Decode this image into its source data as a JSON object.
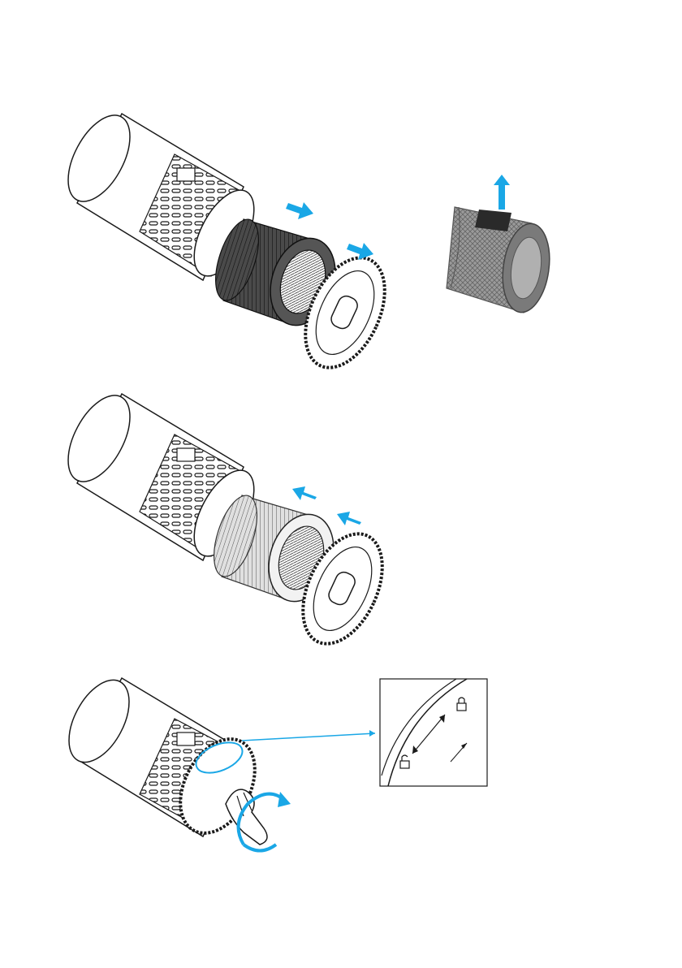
{
  "page": {
    "background": "#ffffff"
  },
  "colors": {
    "arrow": "#1aa7e6",
    "line": "#1a1a1a",
    "filter_dark": "#3a3a3a",
    "filter_light": "#d8d8d8",
    "sleeve": "#8a8a8a"
  },
  "steps": [
    {
      "id": "remove-filter",
      "arrows": "out",
      "sleeve_removal": true
    },
    {
      "id": "insert-filter",
      "arrows": "in",
      "sleeve_removal": false
    },
    {
      "id": "lock-cover",
      "rotate": true,
      "detail_inset": true
    }
  ],
  "icons": [
    "unlock-icon",
    "lock-icon",
    "double-arrow-icon",
    "rotate-arrow-icon"
  ]
}
